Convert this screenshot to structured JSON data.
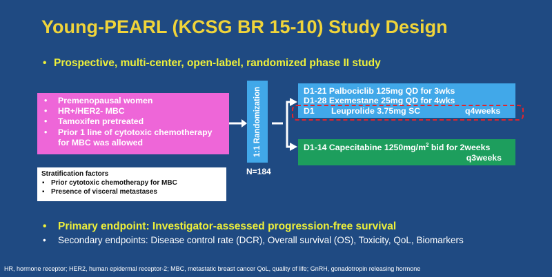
{
  "slide": {
    "title": "Young-PEARL (KCSG BR 15-10) Study Design",
    "design": {
      "bullet": "•",
      "text": "Prospective, multi-center, open-label, randomized phase II study"
    },
    "eligibility": [
      "Premenopausal women",
      "HR+/HER2- MBC",
      "Tamoxifen pretreated",
      "Prior 1 line of cytotoxic chemotherapy for MBC was allowed"
    ],
    "stratification": {
      "title": "Stratification factors",
      "items": [
        "Prior cytotoxic chemotherapy for MBC",
        "Presence of visceral metastases"
      ]
    },
    "randomization": {
      "label": "1:1 Randomization",
      "n": "N=184"
    },
    "arm_a": {
      "line1": "D1-21 Palbociclib 125mg QD for 3wks",
      "line2": "D1-28 Exemestane 25mg QD for 4wks",
      "line3_day": "D1",
      "line3_drug": "Leuprolide 3.75mg SC",
      "line3_schedule": "q4weeks"
    },
    "arm_b": {
      "line1_main": "D1-14 Capecitabine 1250mg/m",
      "line1_sup": "2",
      "line1_rest": " bid for 2weeks",
      "line2": "q3weeks"
    },
    "endpoints": {
      "primary_bullet": "•",
      "primary": "Primary endpoint: Investigator-assessed progression-free survival",
      "secondary_bullet": "•",
      "secondary": "Secondary endpoints: Disease control rate (DCR), Overall survival (OS), Toxicity, QoL, Biomarkers"
    },
    "footnote": "HR, hormone receptor; HER2, human epidermal receptor-2; MBC, metastatic breast cancer QoL, quality of life; GnRH, gonadotropin releasing hormone"
  },
  "colors": {
    "background": "#1f4a82",
    "title": "#f0d43a",
    "highlight_text": "#eef03a",
    "eligibility_box": "#ee66d8",
    "randomization_box": "#41a8e9",
    "arm_a_box": "#41a8e9",
    "arm_b_box": "#1d9e5d",
    "highlight_ring": "#e3242b"
  }
}
